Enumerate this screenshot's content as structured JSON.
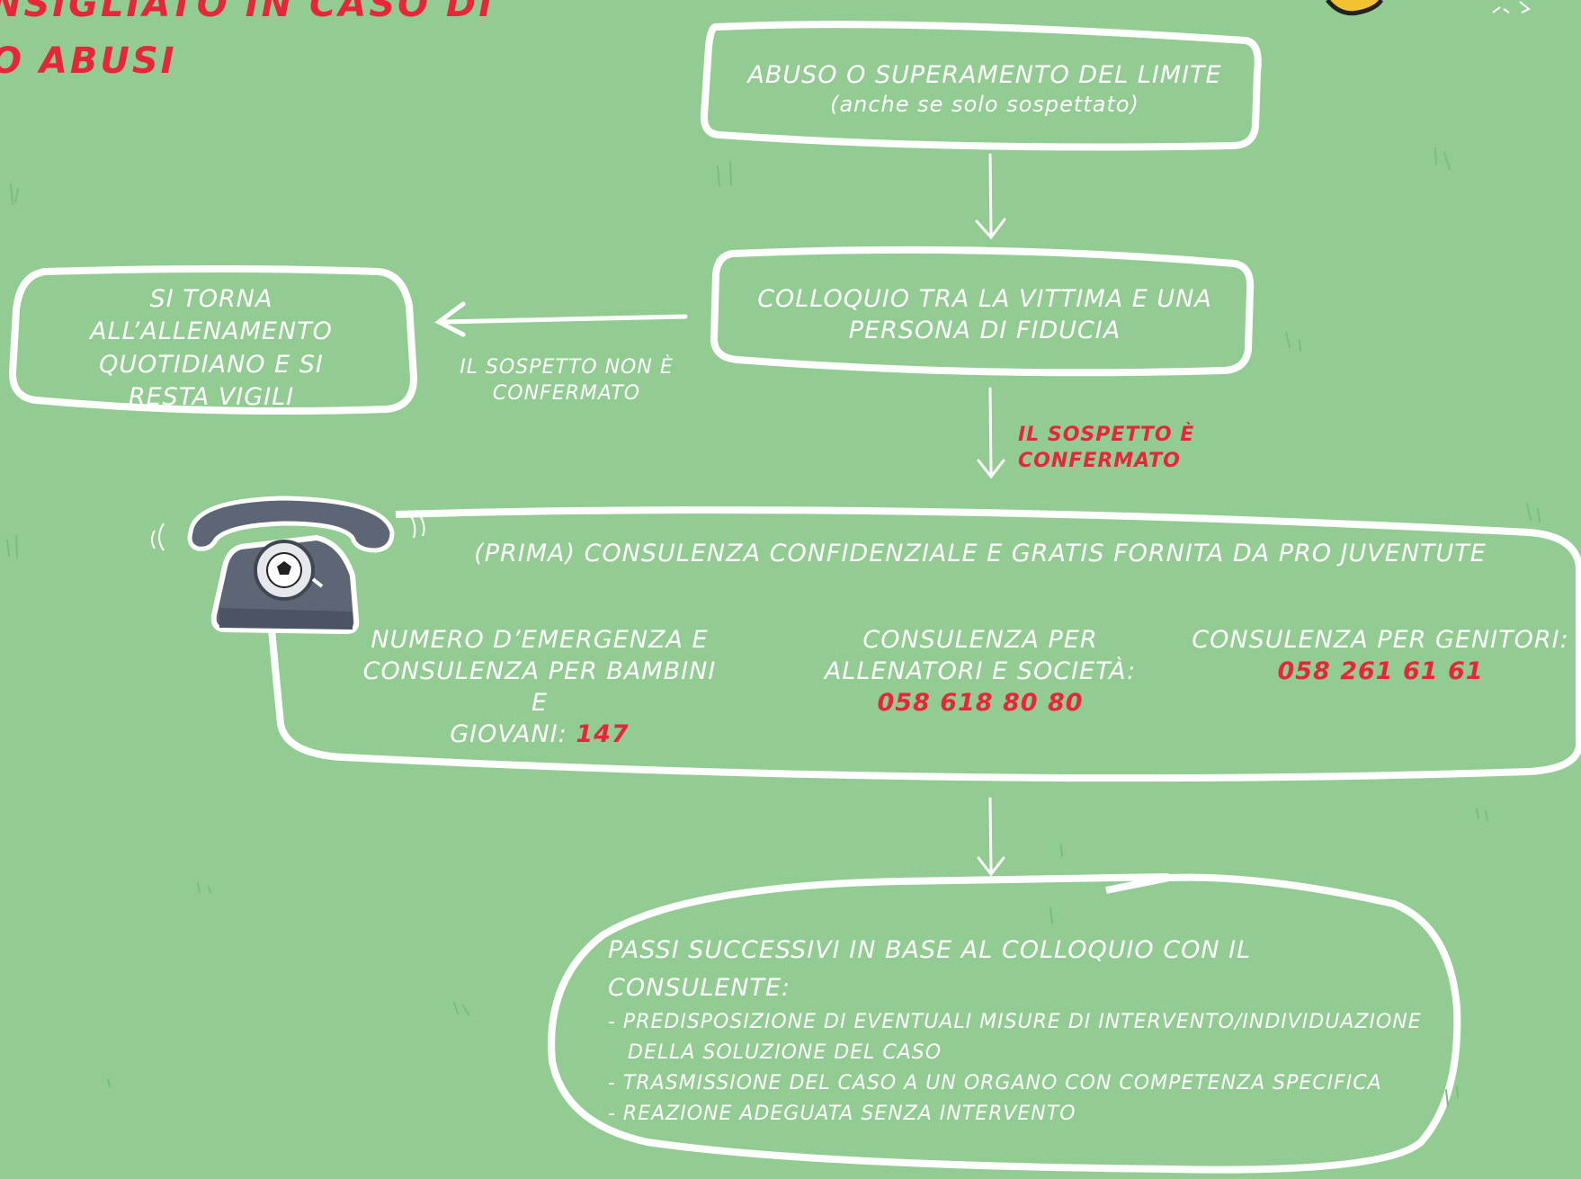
{
  "header": {
    "title_line1": "nsigliato in caso di",
    "title_line2": "o abusi"
  },
  "nodes": {
    "abuse": {
      "line1": "Abuso o superamento del limite",
      "line2": "(anche se solo sospettato)"
    },
    "talk": {
      "line1": "Colloquio tra la vittima e una",
      "line2": "persona di fiducia"
    },
    "back_to_training": {
      "line1": "Si torna all’allenamento",
      "line2": "quotidiano e si",
      "line3": "resta vigili"
    },
    "consulting": {
      "heading": "(Prima) consulenza confidenziale e gratis fornita da Pro Juventute",
      "children": {
        "line1": "Numero d’emergenza e",
        "line2": "consulenza per bambini e",
        "line3_prefix": "giovani:",
        "number": "147"
      },
      "coaches": {
        "line1": "Consulenza per",
        "line2": "allenatori e società:",
        "number": "058 618 80 80"
      },
      "parents": {
        "line1": "Consulenza per genitori:",
        "number": "058 261 61 61"
      }
    },
    "next_steps": {
      "heading": "Passi successivi in base al colloquio con il consulente:",
      "items": [
        "- Predisposizione di eventuali misure di intervento/individuazione",
        "della soluzione del caso",
        "- Trasmissione del caso a un organo con competenza specifica",
        "- Reazione adeguata senza intervento"
      ]
    }
  },
  "edges": {
    "not_confirmed": {
      "line1": "Il sospetto non è",
      "line2": "confermato"
    },
    "confirmed": "Il sospetto è confermato"
  },
  "icons": {
    "phone": "rotary-phone-soccer-ball-icon"
  },
  "colors": {
    "background": "#93cc92",
    "accent": "#e8263a",
    "stroke": "#ffffff",
    "phone": "#5c6675"
  }
}
